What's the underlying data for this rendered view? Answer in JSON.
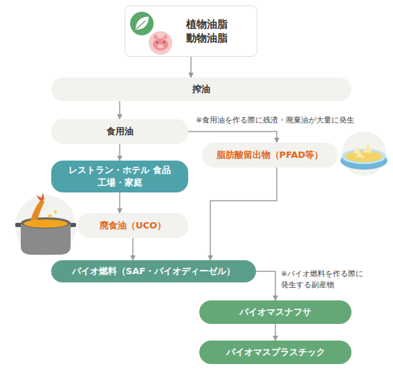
{
  "diagram": {
    "nodes": [
      {
        "text": [
          "植物油脂 動物油脂"
        ]
      },
      {
        "text": [
          "搾油"
        ]
      },
      {
        "text": [
          "食用油"
        ]
      },
      {
        "text": [
          "脂肪酸留出物（PFAD等）"
        ]
      },
      {
        "text": [
          "レストラン・ホテル 食品工場・家庭"
        ]
      },
      {
        "text": [
          "廃食油（UCO）"
        ]
      },
      {
        "text": [
          "バイオ燃料（SAF・バイオディーゼル）"
        ]
      },
      {
        "text": [
          "バイオマスナフサ"
        ]
      },
      {
        "text": [
          "バイオマスプラスチック"
        ]
      }
    ],
    "edges": [
      {
        "from": 0,
        "to": 1,
        "arrow": "to"
      },
      {
        "from": 1,
        "to": 2,
        "arrow": "to"
      },
      {
        "from": 2,
        "to": 3,
        "arrow": "to"
      },
      {
        "from": 2,
        "to": 4,
        "arrow": "to"
      },
      {
        "from": 4,
        "to": 5,
        "arrow": "to"
      },
      {
        "from": 5,
        "to": 6,
        "arrow": "to"
      },
      {
        "from": 3,
        "to": 6,
        "arrow": "to"
      },
      {
        "from": 6,
        "to": 7,
        "arrow": "to"
      },
      {
        "from": 7,
        "to": 8,
        "arrow": "to"
      }
    ],
    "labels": [
      "※食用油を作る際に残渣・廃棄油が大量に発生",
      "※バイオ燃料を作る際に 発生する副産物"
    ]
  }
}
